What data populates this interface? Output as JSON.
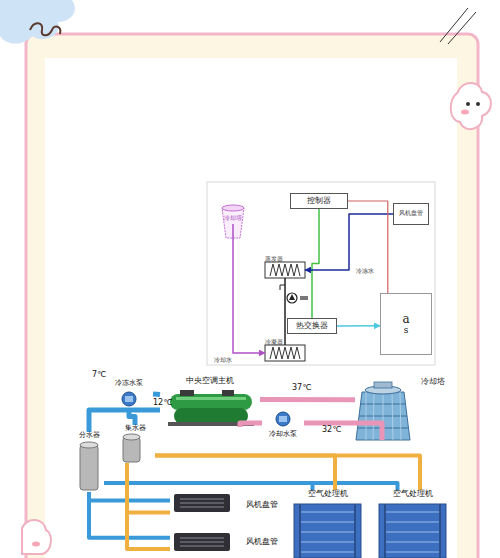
{
  "diagram": {
    "nodes": [
      {
        "text": [
          "冷却塔"
        ]
      },
      {
        "text": [
          "控制器"
        ]
      },
      {
        "text": [
          "风机盘管"
        ]
      },
      {
        "text": [
          "蒸发器"
        ]
      },
      {
        "text": [
          "热交换器"
        ]
      },
      {
        "text": [
          "冷凝器"
        ]
      },
      {
        "text": [
          "a",
          "s"
        ]
      },
      {
        "text": [
          "中央空调主机"
        ]
      },
      {
        "text": [
          "冷却塔"
        ]
      },
      {
        "text": [
          "冷冻水泵"
        ]
      },
      {
        "text": [
          "冷却水泵"
        ]
      },
      {
        "text": [
          "分水器"
        ]
      },
      {
        "text": [
          "集水器"
        ]
      },
      {
        "text": [
          "风机盘管"
        ]
      },
      {
        "text": [
          "风机盘管"
        ]
      },
      {
        "text": [
          "空气处理机"
        ]
      },
      {
        "text": [
          "空气处理机"
        ]
      }
    ],
    "edges": [
      {
        "from": 0,
        "to": 5,
        "arrow": "to"
      },
      {
        "from": 3,
        "to": 5,
        "arrow": "none"
      },
      {
        "from": 1,
        "to": 4,
        "arrow": "none"
      },
      {
        "from": 2,
        "to": 3,
        "arrow": "to"
      },
      {
        "from": 4,
        "to": 6,
        "arrow": "to"
      },
      {
        "from": 1,
        "to": 6,
        "arrow": "none"
      },
      {
        "from": 9,
        "to": 7,
        "arrow": "none"
      },
      {
        "from": 7,
        "to": 8,
        "arrow": "none"
      },
      {
        "from": 8,
        "to": 10,
        "arrow": "none"
      },
      {
        "from": 10,
        "to": 7,
        "arrow": "none"
      },
      {
        "from": 7,
        "to": 11,
        "arrow": "none"
      },
      {
        "from": 12,
        "to": 9,
        "arrow": "none"
      },
      {
        "from": 11,
        "to": 13,
        "arrow": "none"
      },
      {
        "from": 11,
        "to": 14,
        "arrow": "none"
      },
      {
        "from": 11,
        "to": 15,
        "arrow": "none"
      },
      {
        "from": 11,
        "to": 16,
        "arrow": "none"
      },
      {
        "from": 12,
        "to": 13,
        "arrow": "none"
      },
      {
        "from": 12,
        "to": 14,
        "arrow": "none"
      },
      {
        "from": 12,
        "to": 15,
        "arrow": "none"
      },
      {
        "from": 12,
        "to": 16,
        "arrow": "none"
      }
    ],
    "labels": [
      "冷冻水",
      "冷却水",
      "7℃",
      "12℃",
      "37℃",
      "32℃"
    ]
  }
}
